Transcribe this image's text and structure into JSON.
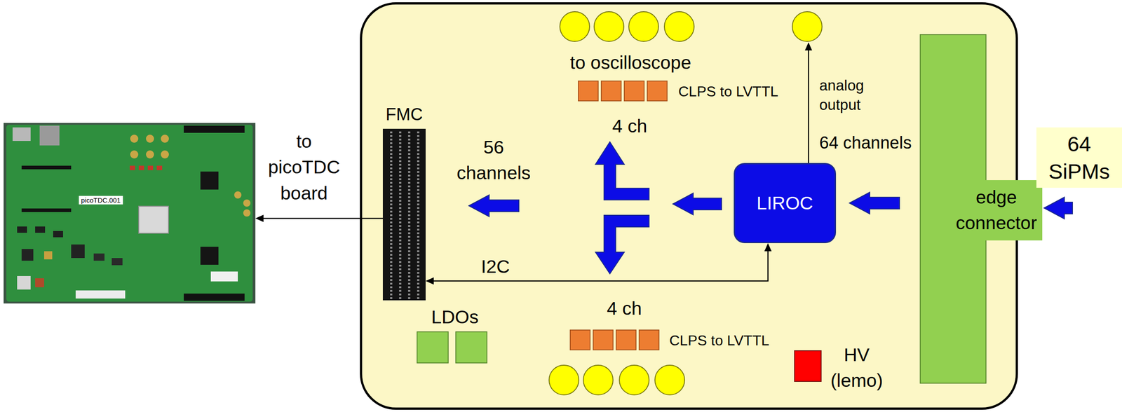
{
  "diagram": {
    "nodes": [
      {
        "text": [
          "picoTDC.001"
        ]
      },
      {
        "text": []
      },
      {
        "text": [
          "FMC"
        ],
        "in": 1
      },
      {
        "text": [
          "LIROC"
        ],
        "in": 1
      },
      {
        "text": [
          "edge connector"
        ],
        "in": 1
      },
      {
        "text": [
          "64 SiPMs"
        ]
      }
    ],
    "edges": [
      {
        "from": 2,
        "to": 0,
        "arrow": "to",
        "label": "to picoTDC board"
      },
      {
        "from": 5,
        "to": 4,
        "arrow": "to"
      },
      {
        "from": 4,
        "to": 3,
        "arrow": "to",
        "label": "64 channels"
      },
      {
        "from": 3,
        "to": 2,
        "arrow": "to",
        "label": "56 channels"
      },
      {
        "from": 3,
        "to": 2,
        "arrow": "both",
        "label": "I2C"
      }
    ],
    "labels": [
      "to oscilloscope",
      "CLPS to LVTTL",
      "4 ch",
      "analog output",
      "4 ch",
      "CLPS to LVTTL",
      "LDOs",
      "HV (lemo)"
    ]
  }
}
